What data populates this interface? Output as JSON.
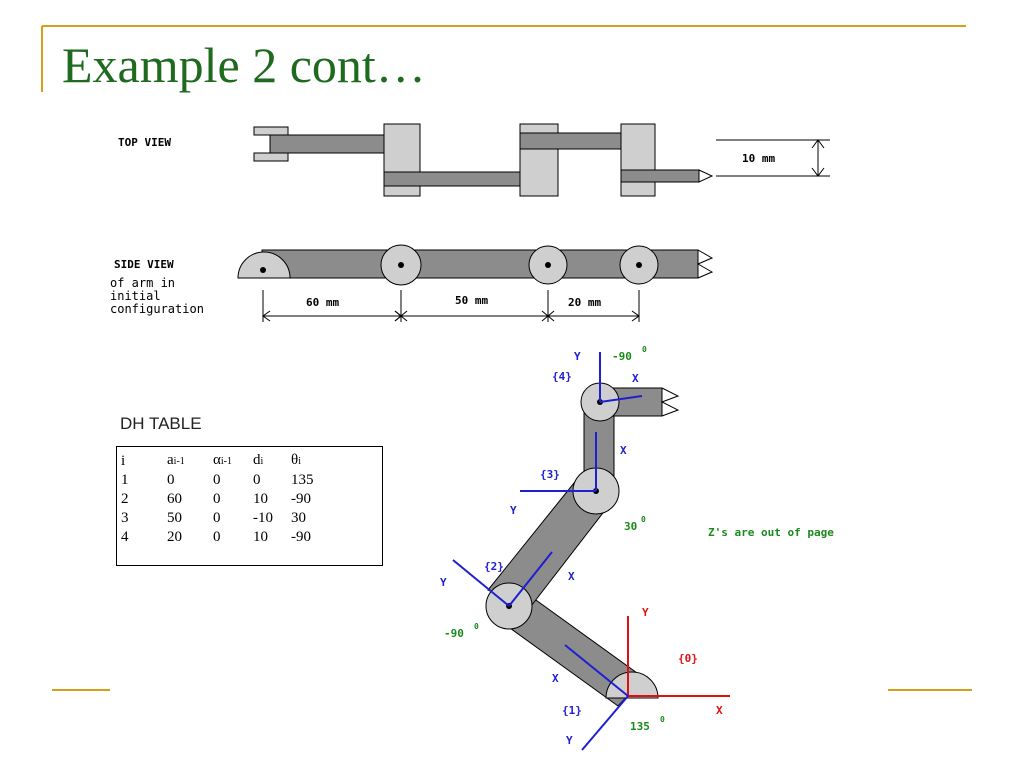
{
  "slide": {
    "title": "Example 2 cont…",
    "accent_color": "#d4a017",
    "title_color": "#1e6a1e"
  },
  "top_view": {
    "label": "TOP VIEW",
    "dimension": "10 mm"
  },
  "side_view": {
    "label_line1": "SIDE VIEW",
    "label_line2": "of arm in",
    "label_line3": "initial",
    "label_line4": "configuration",
    "dim_1": "60 mm",
    "dim_2": "50 mm",
    "dim_3": "20 mm"
  },
  "dh_table": {
    "caption": "DH TABLE",
    "headers": {
      "i": "i",
      "a_base": "a",
      "a_sub": "i-1",
      "alpha_base": "α",
      "alpha_sub": "i-1",
      "d_base": "d",
      "d_sub": "i",
      "theta_base": "θ",
      "theta_sub": "i"
    },
    "rows": [
      {
        "i": "1",
        "a": "0",
        "alpha": "0",
        "d": "0",
        "theta": "135"
      },
      {
        "i": "2",
        "a": "60",
        "alpha": "0",
        "d": "10",
        "theta": "-90"
      },
      {
        "i": "3",
        "a": "50",
        "alpha": "0",
        "d": "-10",
        "theta": "30"
      },
      {
        "i": "4",
        "a": "20",
        "alpha": "0",
        "d": "10",
        "theta": "-90"
      }
    ]
  },
  "frames": {
    "f0": "{0}",
    "f1": "{1}",
    "f2": "{2}",
    "f3": "{3}",
    "f4": "{4}",
    "x": "X",
    "y": "Y",
    "degree": "0",
    "angle_135": "135",
    "angle_neg90_a": "-90",
    "angle_30": "30",
    "angle_neg90_b": "-90",
    "note": "Z's are out of page"
  },
  "colors": {
    "link_fill": "#8c8c8c",
    "joint_fill": "#cfcfcf",
    "axis_blue": "#1f1fd0",
    "axis_red": "#e01010",
    "angle_green": "#1a8a1a"
  }
}
